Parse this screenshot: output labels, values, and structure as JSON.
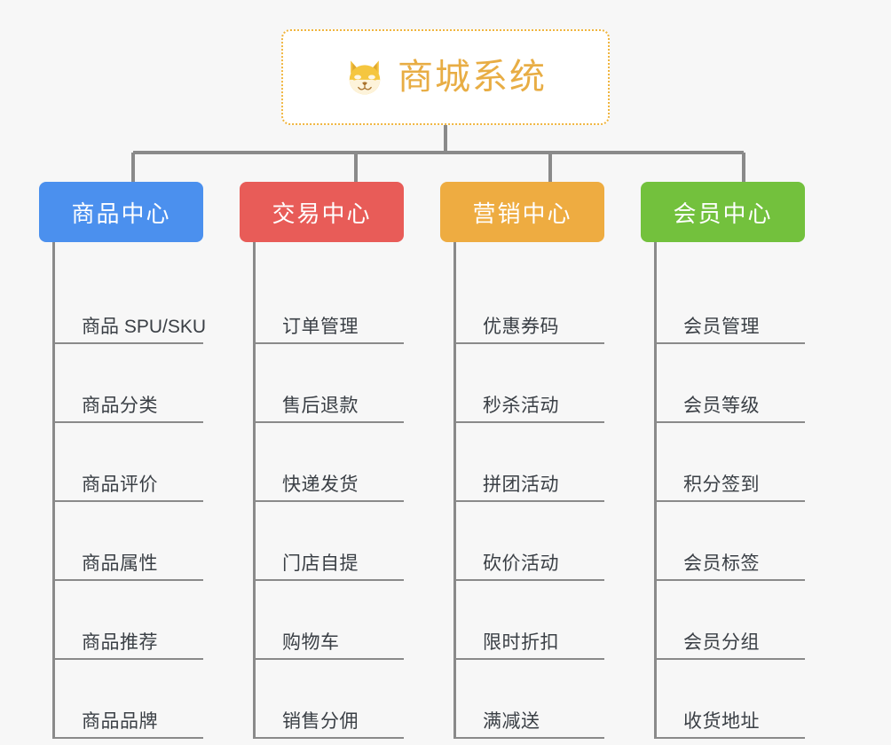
{
  "root": {
    "title": "商城系统",
    "icon": "shiba-dog-icon",
    "border_color": "#f0b53f",
    "text_color": "#e8ad44",
    "background": "#ffffff"
  },
  "canvas": {
    "background": "#f7f7f7",
    "connector_color": "#8a8a8a"
  },
  "columns": [
    {
      "id": "product-center",
      "label": "商品中心",
      "color": "#4b90ee",
      "items": [
        "商品 SPU/SKU",
        "商品分类",
        "商品评价",
        "商品属性",
        "商品推荐",
        "商品品牌"
      ]
    },
    {
      "id": "trade-center",
      "label": "交易中心",
      "color": "#e85c58",
      "items": [
        "订单管理",
        "售后退款",
        "快递发货",
        "门店自提",
        "购物车",
        "销售分佣"
      ]
    },
    {
      "id": "marketing-center",
      "label": "营销中心",
      "color": "#eeac41",
      "items": [
        "优惠券码",
        "秒杀活动",
        "拼团活动",
        "砍价活动",
        "限时折扣",
        "满减送"
      ]
    },
    {
      "id": "member-center",
      "label": "会员中心",
      "color": "#73c13d",
      "items": [
        "会员管理",
        "会员等级",
        "积分签到",
        "会员标签",
        "会员分组",
        "收货地址"
      ]
    }
  ]
}
